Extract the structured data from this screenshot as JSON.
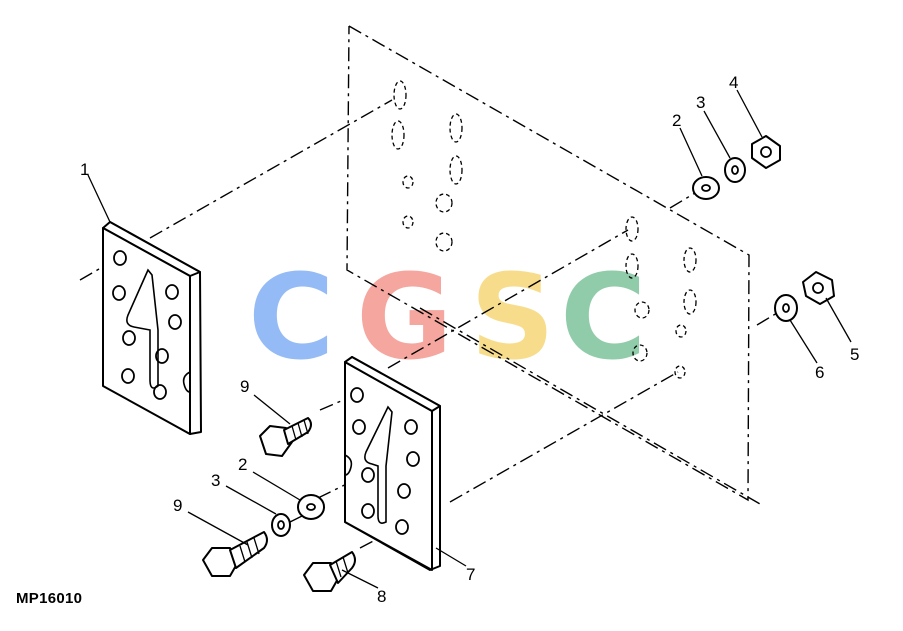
{
  "figure_id": "MP16010",
  "watermark": {
    "letters": [
      "C",
      "G",
      "S",
      "C"
    ],
    "colors": [
      "#8fb8f5",
      "#f4a29a",
      "#f7dc85",
      "#8ccaa6"
    ]
  },
  "callouts": {
    "c1": "1",
    "c2_top": "2",
    "c3_top": "3",
    "c4": "4",
    "c5": "5",
    "c6": "6",
    "c9_upper": "9",
    "c2_lower": "2",
    "c3_lower": "3",
    "c9_lower": "9",
    "c8": "8",
    "c7": "7"
  }
}
